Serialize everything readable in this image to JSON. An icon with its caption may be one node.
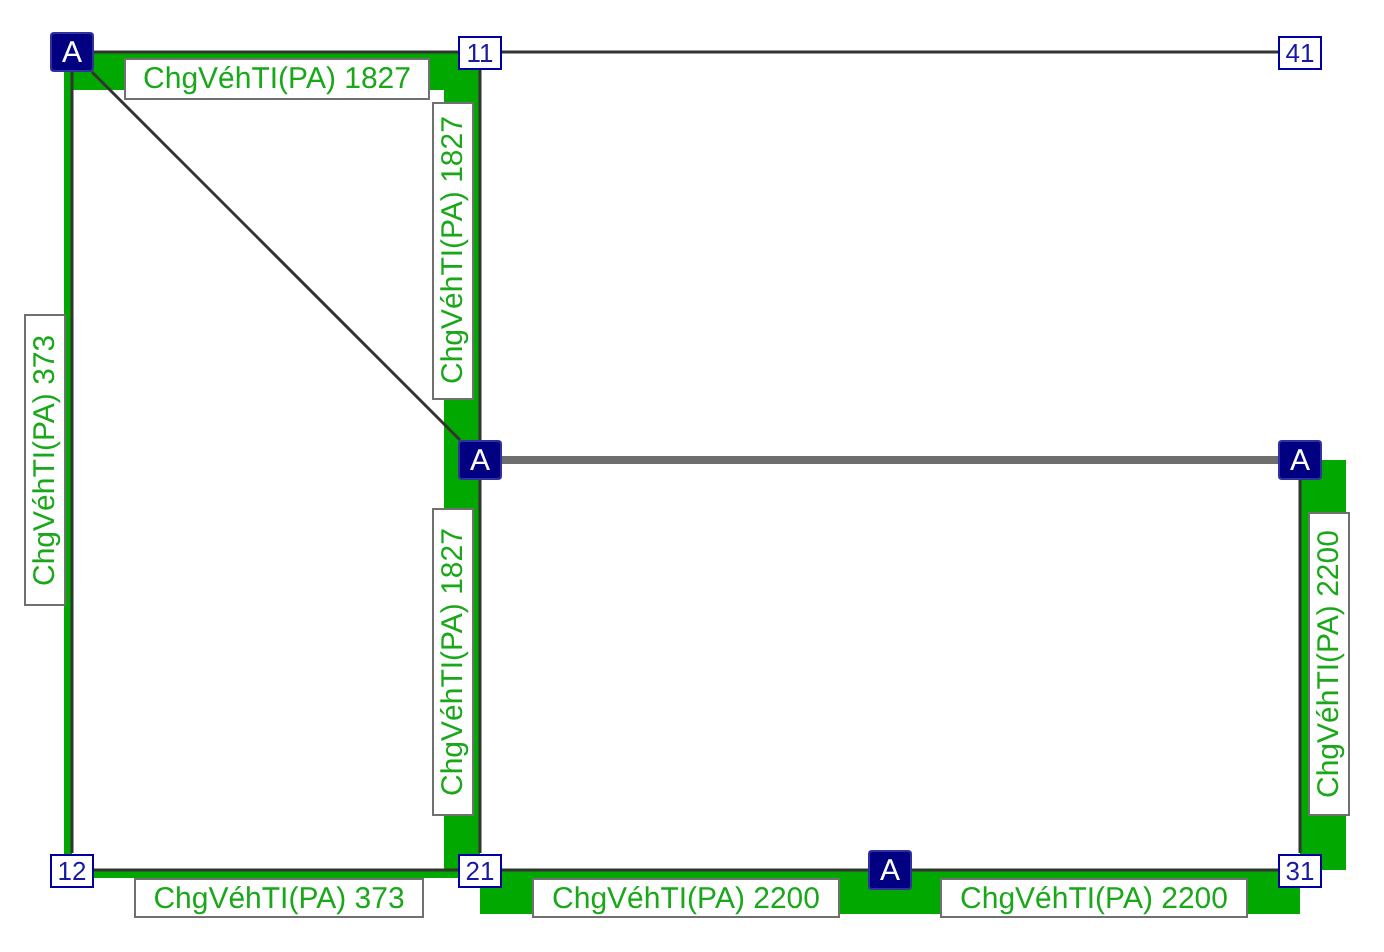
{
  "diagram": {
    "nodes": [
      {
        "text": [
          "A"
        ]
      },
      {
        "text": [
          "11"
        ]
      },
      {
        "text": [
          "41"
        ]
      },
      {
        "text": [
          "A"
        ]
      },
      {
        "text": [
          "A"
        ]
      },
      {
        "text": [
          "12"
        ]
      },
      {
        "text": [
          "21"
        ]
      },
      {
        "text": [
          "A"
        ]
      },
      {
        "text": [
          "31"
        ]
      }
    ],
    "edges": [
      {
        "from": 0,
        "to": 1,
        "arrow": "none",
        "label": "ChgVéhTI(PA) 1827"
      },
      {
        "from": 1,
        "to": 2,
        "arrow": "none"
      },
      {
        "from": 0,
        "to": 3,
        "arrow": "none"
      },
      {
        "from": 1,
        "to": 3,
        "arrow": "none",
        "label": "ChgVéhTI(PA) 1827"
      },
      {
        "from": 3,
        "to": 4,
        "arrow": "none",
        "style": "thick",
        "color": "#6e6e6e"
      },
      {
        "from": 3,
        "to": 6,
        "arrow": "none",
        "label": "ChgVéhTI(PA) 1827"
      },
      {
        "from": 0,
        "to": 5,
        "arrow": "none",
        "label": "ChgVéhTI(PA) 373"
      },
      {
        "from": 5,
        "to": 6,
        "arrow": "none",
        "label": "ChgVéhTI(PA) 373"
      },
      {
        "from": 6,
        "to": 7,
        "arrow": "none",
        "label": "ChgVéhTI(PA) 2200"
      },
      {
        "from": 7,
        "to": 8,
        "arrow": "none",
        "label": "ChgVéhTI(PA) 2200"
      },
      {
        "from": 8,
        "to": 4,
        "arrow": "none",
        "label": "ChgVéhTI(PA) 2200"
      }
    ]
  }
}
